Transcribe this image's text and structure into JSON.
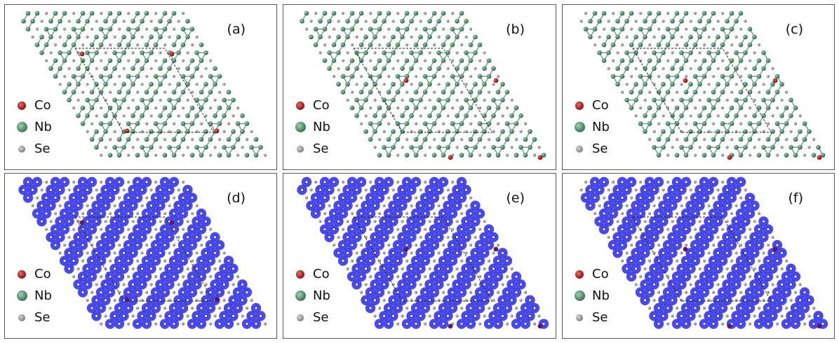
{
  "panels": [
    {
      "label": "(a)",
      "style": "structure",
      "variant": "a"
    },
    {
      "label": "(b)",
      "style": "structure",
      "variant": "b"
    },
    {
      "label": "(c)",
      "style": "structure",
      "variant": "c"
    },
    {
      "label": "(d)",
      "style": "density",
      "variant": "a"
    },
    {
      "label": "(e)",
      "style": "density",
      "variant": "b"
    },
    {
      "label": "(f)",
      "style": "density",
      "variant": "c"
    }
  ],
  "legend": [
    {
      "symbol": "Co",
      "color": "#a52020"
    },
    {
      "symbol": "Nb",
      "color": "#4e8a6b"
    },
    {
      "symbol": "Se",
      "color": "#8c8c8c"
    }
  ],
  "colors": {
    "nb_bond": "#5e9a7c",
    "density": "#3b3be6",
    "density_dark": "#1f1fae",
    "border": "#5a5a5a"
  }
}
